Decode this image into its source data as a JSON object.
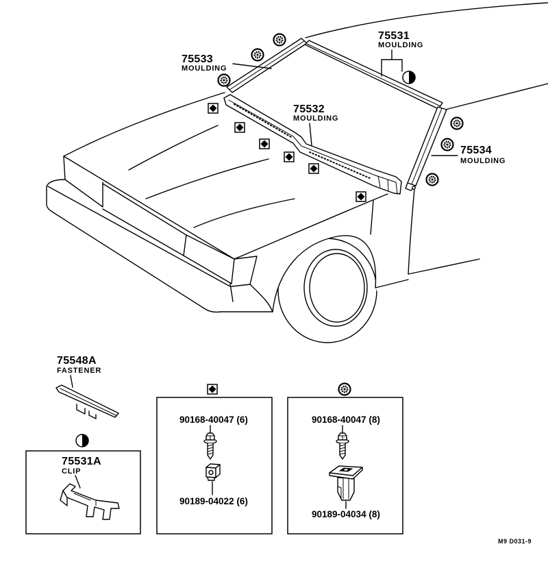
{
  "callouts": {
    "upper_moulding": {
      "part_no": "75531",
      "name": "MOULDING"
    },
    "left_pillar_moulding": {
      "part_no": "75533",
      "name": "MOULDING"
    },
    "cowl_moulding": {
      "part_no": "75532",
      "name": "MOULDING"
    },
    "right_pillar_moulding": {
      "part_no": "75534",
      "name": "MOULDING"
    },
    "fastener": {
      "part_no": "75548A",
      "name": "FASTENER"
    },
    "clip": {
      "part_no": "75531A",
      "name": "CLIP",
      "symbol": "half-filled-circle-icon"
    }
  },
  "fastener_sets": [
    {
      "symbol": "diamond-in-square-icon",
      "screw": "90168-40047 (6)",
      "clip": "90189-04022 (6)"
    },
    {
      "symbol": "gear-in-circle-icon",
      "screw": "90168-40047 (8)",
      "clip": "90189-04034 (8)"
    }
  ],
  "figure_code": "M9 D031-9",
  "colors": {
    "ink": "#000000",
    "paper": "#ffffff"
  }
}
